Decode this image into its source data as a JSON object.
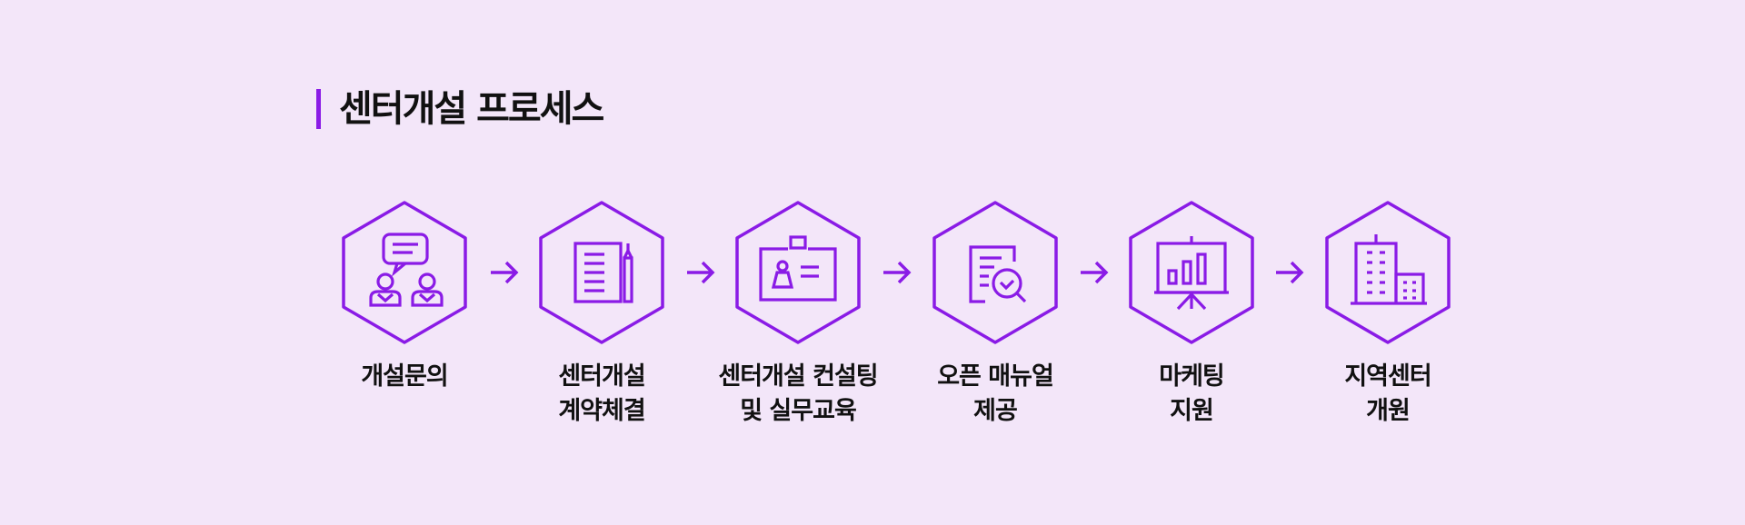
{
  "page_title": "센터개설 프로세스",
  "colors": {
    "accent": "#8a1be6",
    "background": "#f3e6f9",
    "text": "#111111"
  },
  "steps": [
    {
      "label": "개설문의",
      "icon": "consultation-people-icon"
    },
    {
      "label": "센터개설\n계약체결",
      "icon": "contract-document-icon"
    },
    {
      "label": "센터개설 컨설팅\n및 실무교육",
      "icon": "training-board-icon"
    },
    {
      "label": "오픈 매뉴얼\n제공",
      "icon": "manual-search-icon"
    },
    {
      "label": "마케팅\n지원",
      "icon": "presentation-chart-icon"
    },
    {
      "label": "지역센터\n개원",
      "icon": "buildings-icon"
    }
  ]
}
